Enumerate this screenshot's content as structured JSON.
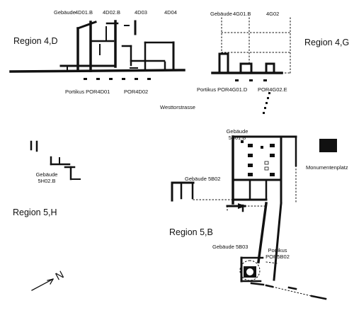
{
  "colors": {
    "ink": "#111111",
    "paper": "#ffffff"
  },
  "regions": [
    {
      "key": "r4d",
      "label": "Region 4,D"
    },
    {
      "key": "r4g",
      "label": "Region 4,G"
    },
    {
      "key": "r5h",
      "label": "Region 5,H"
    },
    {
      "key": "r5b",
      "label": "Region 5,B"
    }
  ],
  "buildings": {
    "g4d": {
      "prefix": "Gebäude",
      "ids": [
        "4D01.B",
        "4D02.B",
        "4D03",
        "4D04"
      ]
    },
    "g4g": {
      "prefix": "Gebäude",
      "ids": [
        "4G01.B",
        "4G02"
      ]
    },
    "g5b01": {
      "prefix": "Gebäude",
      "id": "5B01.B"
    },
    "g5h02": {
      "prefix": "Gebäude",
      "id": "5H02.B"
    },
    "g5b02": "Gebäude 5B02",
    "g5b03": "Gebäude 5B03"
  },
  "porticos": {
    "p4d01": "Portikus  POR4D01",
    "p4d02": "POR4D02",
    "p4g01": "Portikus POR4G01.D",
    "p4g02": "POR4G02.E",
    "p5b02": {
      "prefix": "Portikus",
      "id": "POR5B02"
    }
  },
  "streets": {
    "westtor": "Westtorstrasse"
  },
  "features": {
    "monument": "Monumentenplatz"
  },
  "north": {
    "letter": "N"
  }
}
